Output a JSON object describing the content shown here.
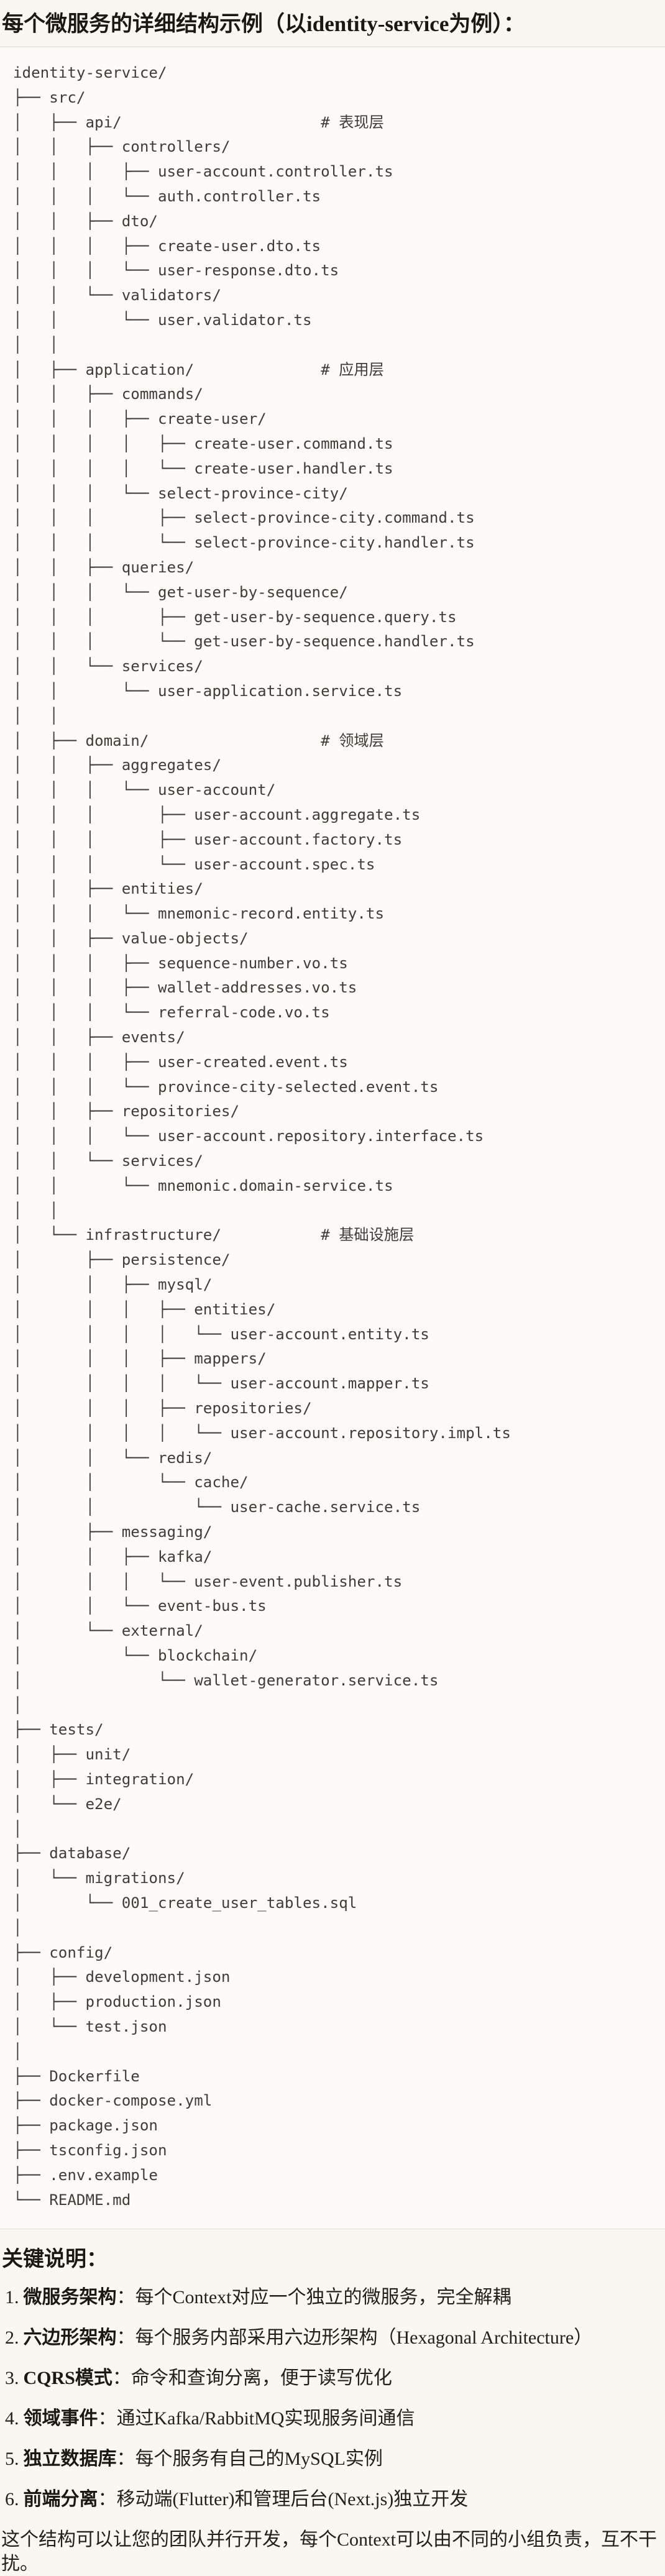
{
  "title": "每个微服务的详细结构示例（以identity-service为例）：",
  "tree_text": "identity-service/\n├── src/\n│   ├── api/                      # 表现层\n│   │   ├── controllers/\n│   │   │   ├── user-account.controller.ts\n│   │   │   └── auth.controller.ts\n│   │   ├── dto/\n│   │   │   ├── create-user.dto.ts\n│   │   │   └── user-response.dto.ts\n│   │   └── validators/\n│   │       └── user.validator.ts\n│   │\n│   ├── application/              # 应用层\n│   │   ├── commands/\n│   │   │   ├── create-user/\n│   │   │   │   ├── create-user.command.ts\n│   │   │   │   └── create-user.handler.ts\n│   │   │   └── select-province-city/\n│   │   │       ├── select-province-city.command.ts\n│   │   │       └── select-province-city.handler.ts\n│   │   ├── queries/\n│   │   │   └── get-user-by-sequence/\n│   │   │       ├── get-user-by-sequence.query.ts\n│   │   │       └── get-user-by-sequence.handler.ts\n│   │   └── services/\n│   │       └── user-application.service.ts\n│   │\n│   ├── domain/                   # 领域层\n│   │   ├── aggregates/\n│   │   │   └── user-account/\n│   │   │       ├── user-account.aggregate.ts\n│   │   │       ├── user-account.factory.ts\n│   │   │       └── user-account.spec.ts\n│   │   ├── entities/\n│   │   │   └── mnemonic-record.entity.ts\n│   │   ├── value-objects/\n│   │   │   ├── sequence-number.vo.ts\n│   │   │   ├── wallet-addresses.vo.ts\n│   │   │   └── referral-code.vo.ts\n│   │   ├── events/\n│   │   │   ├── user-created.event.ts\n│   │   │   └── province-city-selected.event.ts\n│   │   ├── repositories/\n│   │   │   └── user-account.repository.interface.ts\n│   │   └── services/\n│   │       └── mnemonic.domain-service.ts\n│   │\n│   └── infrastructure/           # 基础设施层\n│       ├── persistence/\n│       │   ├── mysql/\n│       │   │   ├── entities/\n│       │   │   │   └── user-account.entity.ts\n│       │   │   ├── mappers/\n│       │   │   │   └── user-account.mapper.ts\n│       │   │   ├── repositories/\n│       │   │   │   └── user-account.repository.impl.ts\n│       │   └── redis/\n│       │       └── cache/\n│       │           └── user-cache.service.ts\n│       ├── messaging/\n│       │   ├── kafka/\n│       │   │   └── user-event.publisher.ts\n│       │   └── event-bus.ts\n│       └── external/\n│           └── blockchain/\n│               └── wallet-generator.service.ts\n│\n├── tests/\n│   ├── unit/\n│   ├── integration/\n│   └── e2e/\n│\n├── database/\n│   └── migrations/\n│       └── 001_create_user_tables.sql\n│\n├── config/\n│   ├── development.json\n│   ├── production.json\n│   └── test.json\n│\n├── Dockerfile\n├── docker-compose.yml\n├── package.json\n├── tsconfig.json\n├── .env.example\n└── README.md",
  "notes": {
    "heading": "关键说明：",
    "items": [
      {
        "num": "1.",
        "term": "微服务架构",
        "colon": "：",
        "desc": "每个Context对应一个独立的微服务，完全解耦"
      },
      {
        "num": "2.",
        "term": "六边形架构",
        "colon": "：",
        "desc": "每个服务内部采用六边形架构（Hexagonal Architecture）"
      },
      {
        "num": "3.",
        "term": "CQRS模式",
        "colon": "：",
        "desc": "命令和查询分离，便于读写优化"
      },
      {
        "num": "4.",
        "term": "领域事件",
        "colon": "：",
        "desc": "通过Kafka/RabbitMQ实现服务间通信"
      },
      {
        "num": "5.",
        "term": "独立数据库",
        "colon": "：",
        "desc": "每个服务有自己的MySQL实例"
      },
      {
        "num": "6.",
        "term": "前端分离",
        "colon": "：",
        "desc": "移动端(Flutter)和管理后台(Next.js)独立开发"
      }
    ],
    "footer": "这个结构可以让您的团队并行开发，每个Context可以由不同的小组负责，互不干扰。"
  },
  "colors": {
    "page_background": "#f8f7f2",
    "code_background": "#fcfbf8",
    "code_border": "#dedbd2",
    "heading_text": "#191813",
    "body_text": "#21201c",
    "tree_text": "#3e3d38"
  }
}
